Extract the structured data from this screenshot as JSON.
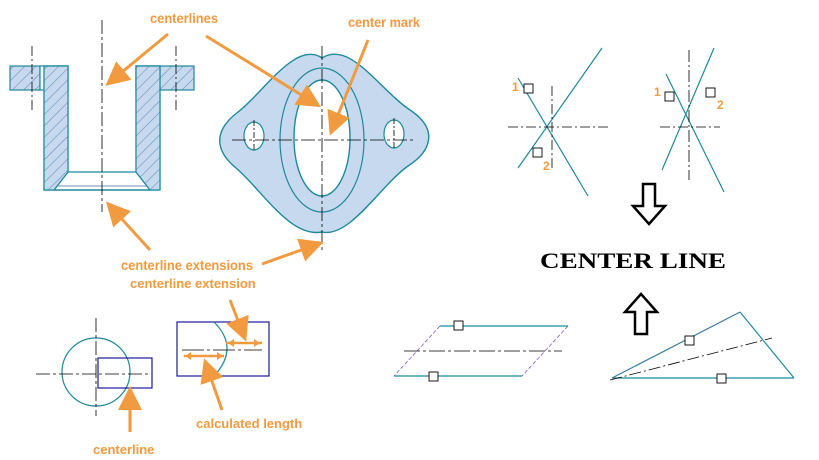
{
  "labels": {
    "centerlines": "centerlines",
    "center_mark": "center mark",
    "centerline_extensions": "centerline extensions",
    "centerline_extension": "centerline extension",
    "calculated_length": "calculated length",
    "centerline": "centerline"
  },
  "title": "CENTER LINE",
  "numbers": {
    "left_one": "1",
    "left_two": "2",
    "right_one": "1",
    "right_two": "2"
  },
  "colors": {
    "line": "#1d8a9a",
    "hatch_fill": "#c6d9ef",
    "annotation": "#f29a3f",
    "box": "#1a1a9a",
    "dash": "#000000"
  },
  "icons": {
    "down_arrow": "hollow-down-arrow-icon",
    "up_arrow": "hollow-up-arrow-icon"
  }
}
